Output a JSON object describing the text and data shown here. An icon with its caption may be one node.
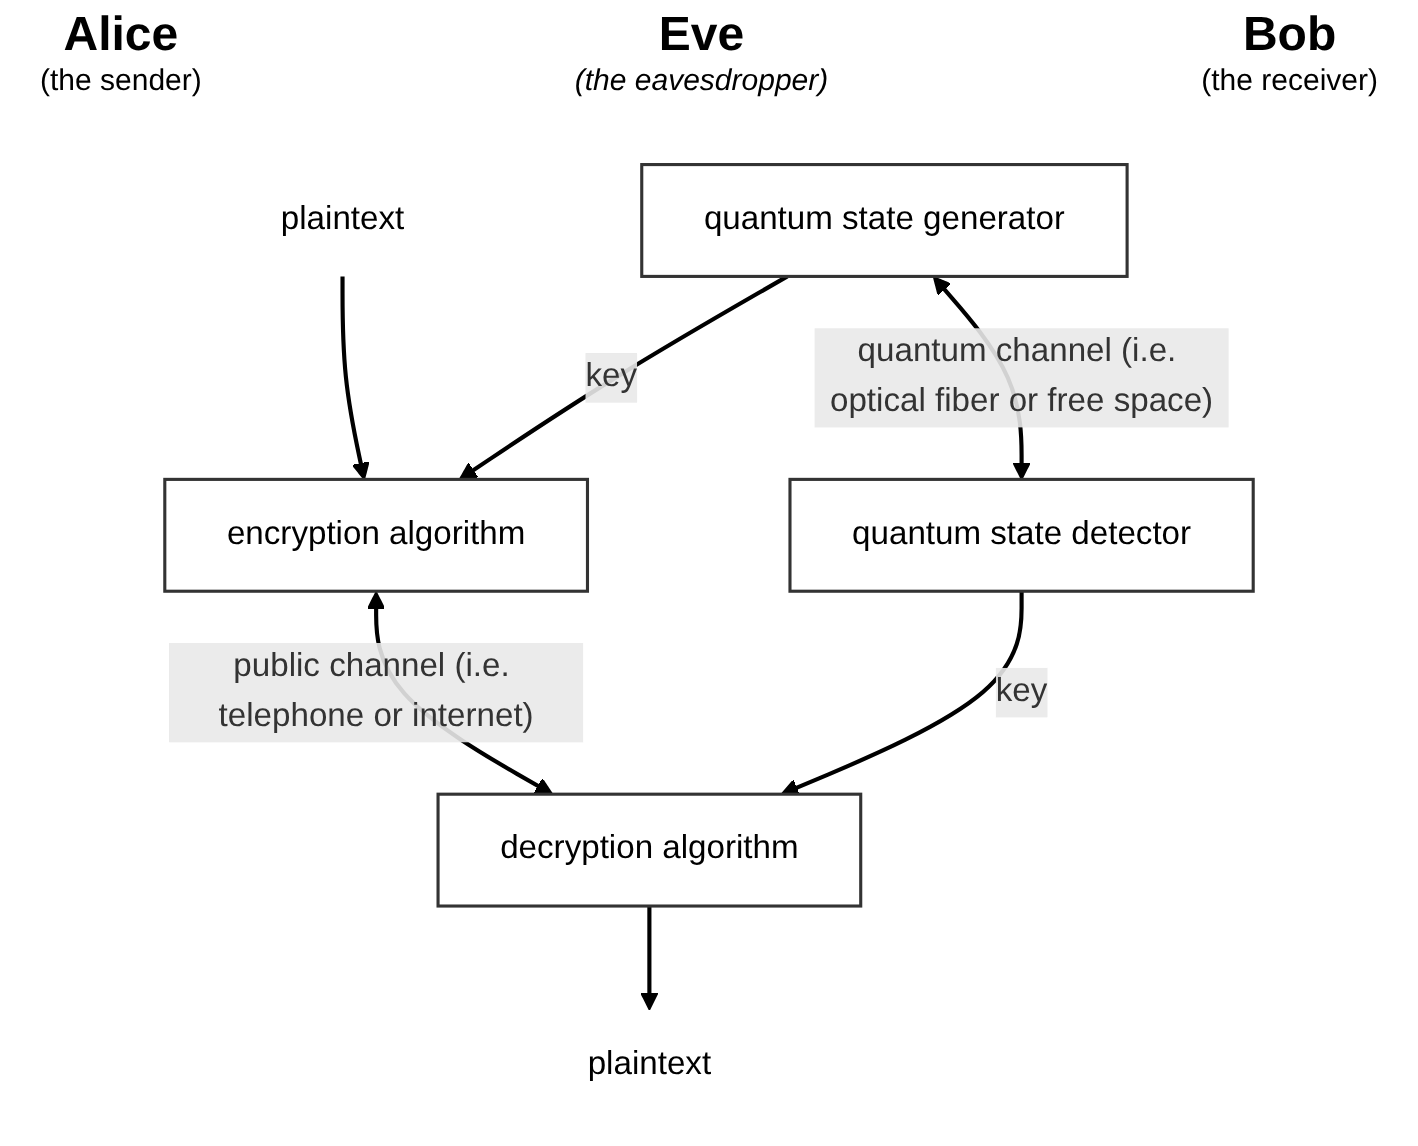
{
  "diagram": {
    "nodes": [
      {
        "text": [
          "plaintext"
        ]
      },
      {
        "text": [
          "encryption algorithm"
        ]
      },
      {
        "text": [
          "quantum state generator"
        ]
      },
      {
        "text": [
          "plaintext"
        ]
      },
      {
        "text": [
          "decryption algorithm"
        ]
      },
      {
        "text": [
          "quantum state detector"
        ]
      }
    ],
    "edges": [
      {
        "from": 0,
        "to": 1,
        "arrow": "to"
      },
      {
        "from": 2,
        "to": 1,
        "arrow": "to",
        "label": "key"
      },
      {
        "from": 4,
        "to": 3,
        "arrow": "to"
      },
      {
        "from": 5,
        "to": 4,
        "arrow": "to",
        "label": "key"
      },
      {
        "from": 1,
        "to": 4,
        "arrow": "both",
        "label": "public channel (i.e. telephone or internet)"
      },
      {
        "from": 2,
        "to": 5,
        "arrow": "both",
        "label": "quantum channel (i.e. optical fiber or free space)"
      }
    ],
    "labels": [
      "Alice",
      "(the sender)",
      "Eve",
      "(the eavesdropper)",
      "Bob",
      "(the receiver)"
    ]
  }
}
